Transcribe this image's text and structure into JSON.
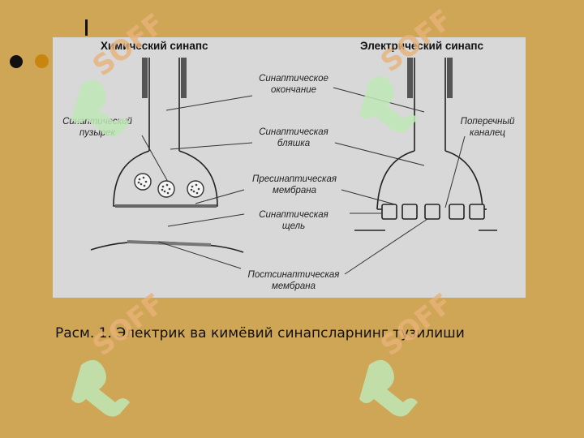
{
  "slide": {
    "caption": "Расм. 1.  Электрик ва кимёвий синапсларнинг тузилиши"
  },
  "diagram": {
    "title_chemical": "Химический синапс",
    "title_electrical": "Электрический синапс",
    "label_vesicle": "Синаптический\nпузырек",
    "label_terminal": "Синаптическое\nокончание",
    "label_plaque": "Синаптическая\nбляшка",
    "label_presynaptic": "Пресинаптическая\nмембрана",
    "label_cleft": "Синаптическая\nщель",
    "label_postsynaptic": "Постсинаптическая\nмембрана",
    "label_channel": "Поперечный\nканалец"
  },
  "watermark": {
    "text": "SOFF",
    "color": "#b9e3b0"
  }
}
